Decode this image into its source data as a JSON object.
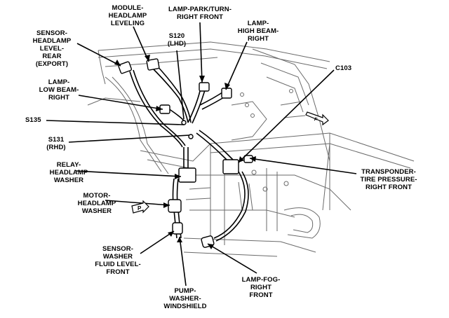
{
  "labels": {
    "module_headlamp_leveling": "MODULE-\nHEADLAMP\nLEVELING",
    "lamp_park_turn_right_front": "LAMP-PARK/TURN-\nRIGHT FRONT",
    "sensor_headlamp_level_rear": "SENSOR-\nHEADLAMP\nLEVEL-\nREAR\n(EXPORT)",
    "s120_lhd": "S120\n(LHD)",
    "lamp_high_beam_right": "LAMP-\nHIGH BEAM-\nRIGHT",
    "lamp_low_beam_right": "LAMP-\nLOW BEAM-\nRIGHT",
    "c103": "C103",
    "s135": "S135",
    "s131_rhd": "S131\n(RHD)",
    "relay_headlamp_washer": "RELAY-\nHEADLAMP\nWASHER",
    "transponder_tire_pressure": "TRANSPONDER-\nTIRE PRESSURE-\nRIGHT FRONT",
    "motor_headlamp_washer": "MOTOR-\nHEADLAMP\nWASHER",
    "sensor_washer_fluid_level": "SENSOR-\nWASHER\nFLUID LEVEL-\nFRONT",
    "lamp_fog_right_front": "LAMP-FOG-\nRIGHT\nFRONT",
    "pump_washer_windshield": "PUMP-\nWASHER-\nWINDSHIELD"
  },
  "colors": {
    "ink": "#000000",
    "chassis": "#6a6a6a",
    "background": "#ffffff"
  },
  "icons": [
    "front-arrow-icon",
    "p-arrow-icon"
  ]
}
